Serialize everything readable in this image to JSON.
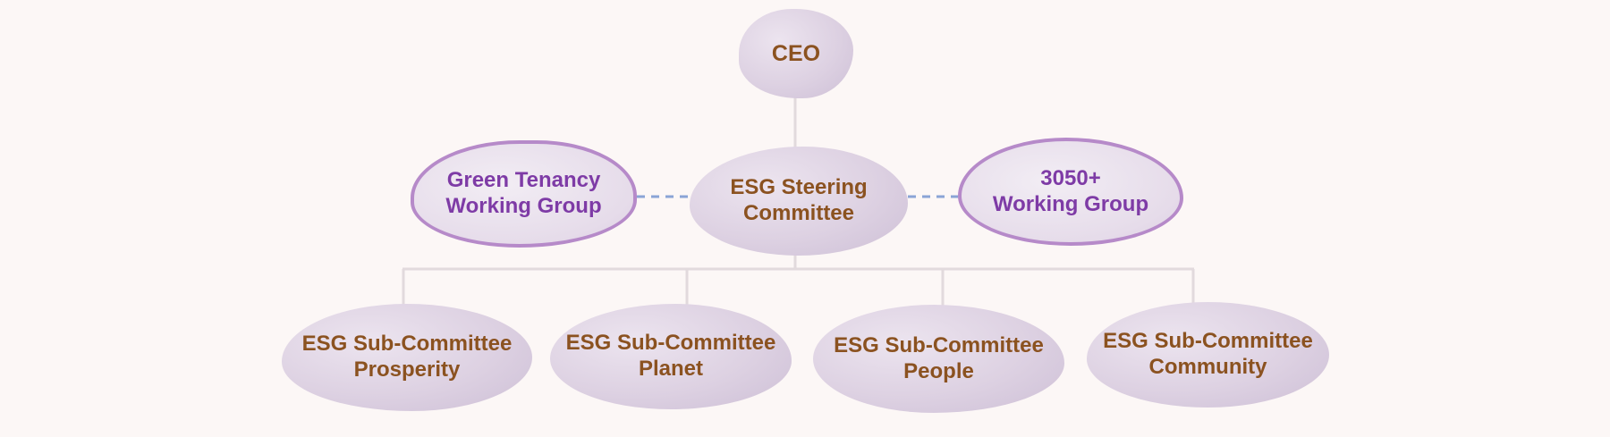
{
  "colors": {
    "background": "#fcf7f6",
    "node_fill": "#ddd1e2",
    "node_text": "#8b5220",
    "working_group_text": "#7e3ba6",
    "working_group_outline": "#b68ac9",
    "connector": "#e2dadd",
    "dashed_connector": "#8aa4d6"
  },
  "nodes": {
    "ceo": {
      "lines": [
        "CEO"
      ]
    },
    "steering": {
      "lines": [
        "ESG Steering",
        "Committee"
      ]
    },
    "green_tenancy": {
      "lines": [
        "Green Tenancy",
        "Working Group"
      ]
    },
    "wg_3050": {
      "lines": [
        "3050+",
        "Working Group"
      ]
    },
    "sub_prosperity": {
      "lines": [
        "ESG Sub-Committee",
        "Prosperity"
      ]
    },
    "sub_planet": {
      "lines": [
        "ESG Sub-Committee",
        "Planet"
      ]
    },
    "sub_people": {
      "lines": [
        "ESG Sub-Committee",
        "People"
      ]
    },
    "sub_community": {
      "lines": [
        "ESG Sub-Committee",
        "Community"
      ]
    }
  }
}
